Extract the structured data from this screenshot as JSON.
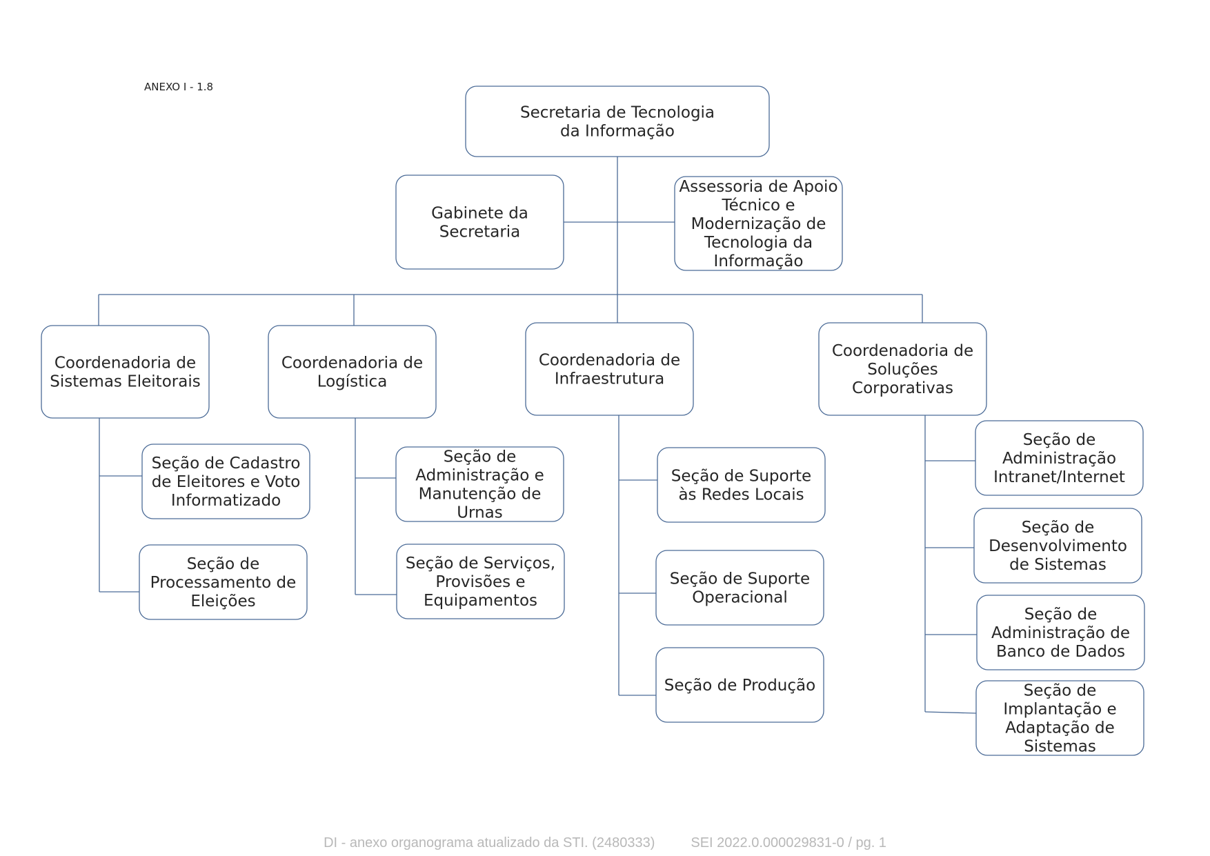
{
  "annex_label": "ANEXO I - 1.8",
  "footer": {
    "left": "DI - anexo organograma atualizado da STI. (2480333)",
    "right": "SEI 2022.0.000029831-0 / pg. 1"
  },
  "nodes": {
    "sti": [
      "Secretaria de Tecnologia",
      "da Informação"
    ],
    "gabinete": [
      "Gabinete da",
      "Secretaria"
    ],
    "assessoria": [
      "Assessoria de Apoio",
      "Técnico e",
      "Modernização de",
      "Tecnologia da",
      "Informação"
    ],
    "coord_eleitorais": [
      "Coordenadoria de",
      "Sistemas Eleitorais"
    ],
    "coord_logistica": [
      "Coordenadoria de",
      "Logística"
    ],
    "coord_infra": [
      "Coordenadoria de",
      "Infraestrutura"
    ],
    "coord_corp": [
      "Coordenadoria de",
      "Soluções",
      "Corporativas"
    ],
    "sec_cadastro": [
      "Seção de Cadastro",
      "de Eleitores e Voto",
      "Informatizado"
    ],
    "sec_processamento": [
      "Seção de",
      "Processamento de",
      "Eleições"
    ],
    "sec_urnas": [
      "Seção de",
      "Administração e",
      "Manutenção de",
      "Urnas"
    ],
    "sec_servicos": [
      "Seção de Serviços,",
      "Provisões e",
      "Equipamentos"
    ],
    "sec_redes": [
      "Seção de Suporte",
      "às Redes Locais"
    ],
    "sec_operacional": [
      "Seção de Suporte",
      "Operacional"
    ],
    "sec_producao": [
      "Seção de Produção"
    ],
    "sec_intranet": [
      "Seção de",
      "Administração",
      "Intranet/Internet"
    ],
    "sec_desenvolvimento": [
      "Seção de",
      "Desenvolvimento",
      "de Sistemas"
    ],
    "sec_banco": [
      "Seção de",
      "Administração de",
      "Banco de Dados"
    ],
    "sec_implantacao": [
      "Seção de",
      "Implantação e",
      "Adaptação de",
      "Sistemas"
    ]
  }
}
